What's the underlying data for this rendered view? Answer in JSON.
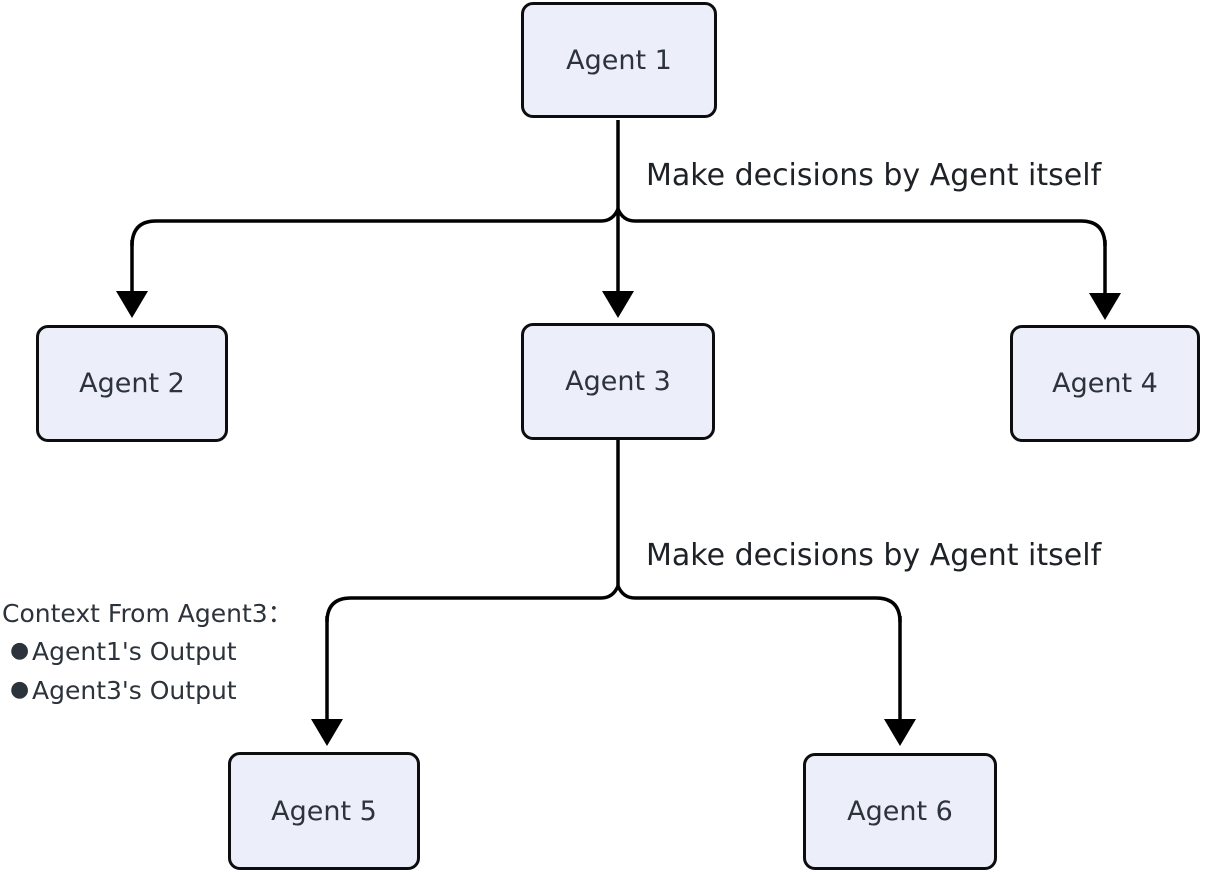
{
  "diagram": {
    "nodes": [
      {
        "id": "agent1",
        "label": "Agent 1"
      },
      {
        "id": "agent2",
        "label": "Agent 2"
      },
      {
        "id": "agent3",
        "label": "Agent 3"
      },
      {
        "id": "agent4",
        "label": "Agent 4"
      },
      {
        "id": "agent5",
        "label": "Agent 5"
      },
      {
        "id": "agent6",
        "label": "Agent 6"
      }
    ],
    "edges": [
      {
        "from": "Agent 1",
        "to": [
          "Agent 2",
          "Agent 3",
          "Agent 4"
        ],
        "label": "Make decisions by Agent itself"
      },
      {
        "from": "Agent 3",
        "to": [
          "Agent 5",
          "Agent 6"
        ],
        "label": "Make decisions by Agent itself"
      }
    ],
    "annotation": {
      "title": "Context From Agent3：",
      "items": [
        "Agent1's Output",
        "Agent3's Output"
      ]
    },
    "colors": {
      "node_fill": "#ECEFF9",
      "node_border": "#0d0d0d",
      "edge_line": "#000000",
      "text": "#2d333b",
      "background": "#ffffff"
    }
  }
}
